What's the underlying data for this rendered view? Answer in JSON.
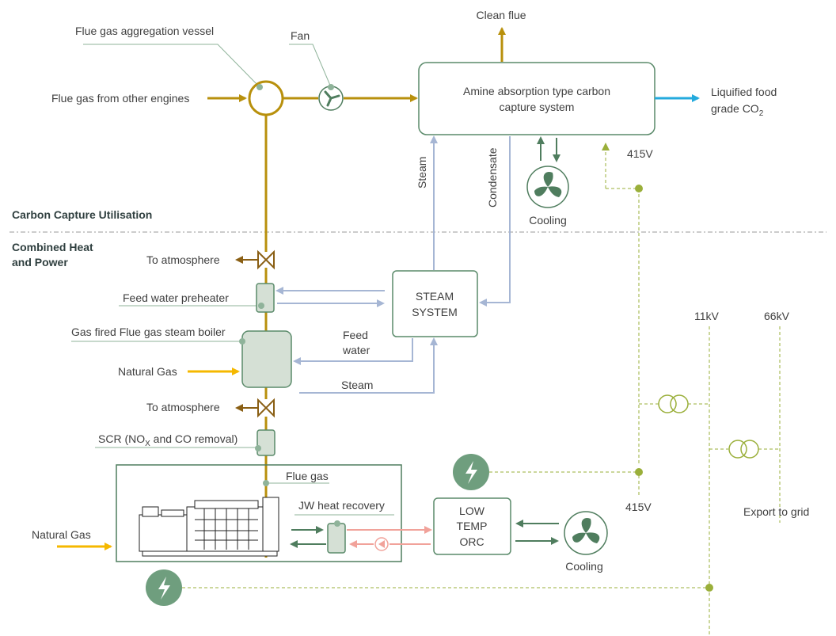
{
  "labels": {
    "clean_flue": "Clean flue",
    "flue_gas_vessel": "Flue gas aggregation vessel",
    "fan": "Fan",
    "flue_gas_other_engines": "Flue gas from other engines",
    "amine_line1": "Amine absorption type carbon",
    "amine_line2": "capture system",
    "liquified_line1": "Liquified food",
    "liquified_line2_prefix": "grade CO",
    "liquified_sub": "2",
    "steam_vertical": "Steam",
    "condensate": "Condensate",
    "cooling_top": "Cooling",
    "v415_top": "415V",
    "ccu": "Carbon Capture Utilisation",
    "chp_line1": "Combined Heat",
    "chp_line2": "and Power",
    "to_atmosphere_1": "To atmosphere",
    "feed_water_preheater": "Feed water preheater",
    "steam_system_line1": "STEAM",
    "steam_system_line2": "SYSTEM",
    "gas_fired_boiler": "Gas fired Flue gas steam boiler",
    "feed": "Feed",
    "water": "water",
    "natural_gas_boiler": "Natural Gas",
    "steam_horizontal": "Steam",
    "to_atmosphere_2": "To atmosphere",
    "scr_prefix": "SCR (NO",
    "scr_sub": "X",
    "scr_suffix": " and CO removal)",
    "v11kv": "11kV",
    "v66kv": "66kV",
    "flue_gas": "Flue gas",
    "jw_heat_recovery": "JW heat recovery",
    "orc_line1": "LOW",
    "orc_line2": "TEMP",
    "orc_line3": "ORC",
    "natural_gas_engine": "Natural Gas",
    "cooling_bottom": "Cooling",
    "v415_bottom": "415V",
    "export_to_grid": "Export to grid"
  },
  "icons": {
    "fan": "fan-icon",
    "cooling": "cooling-fan-icon",
    "power": "lightning-icon",
    "transformer": "transformer-icon",
    "valve": "valve-icon",
    "pump": "pump-icon",
    "engine": "engine-icon"
  },
  "colors": {
    "flue_gas": "#b8900c",
    "natural_gas": "#f5b800",
    "steam": "#a6b6d4",
    "cooling": "#4f7d5e",
    "electric": "#9aaf3a",
    "co2": "#23aadd",
    "hot_water": "#f1a29a",
    "atmosphere": "#8a5f14",
    "equipment_fill": "#d5e0d5",
    "equipment_stroke": "#5a8a6a"
  }
}
